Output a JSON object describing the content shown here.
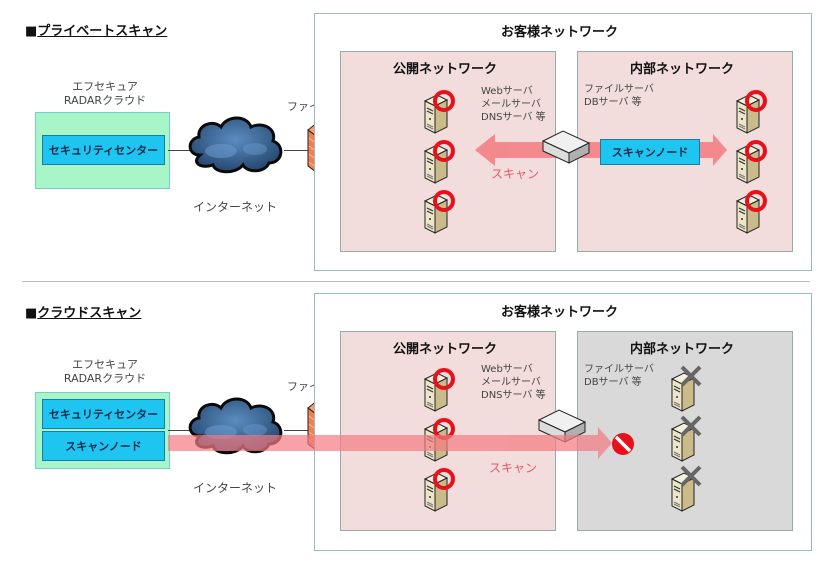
{
  "sections": [
    {
      "title": "プライベートスキャン",
      "bullet": "■",
      "cloud_label_1": "エフセキュア",
      "cloud_label_2": "RADARクラウド",
      "cloud_boxes": [
        "セキュリティセンター"
      ],
      "internet_label": "インターネット",
      "firewall_label": "ファイアウォール",
      "customer_network_title": "お客様ネットワーク",
      "public_network": {
        "title": "公開ネットワーク",
        "servers_desc": [
          "Webサーバ",
          "メールサーバ",
          "DNSサーバ 等"
        ],
        "server_status": [
          "ok",
          "ok",
          "ok"
        ]
      },
      "internal_network": {
        "title": "内部ネットワーク",
        "servers_desc": [
          "ファイルサーバ",
          "DBサーバ 等"
        ],
        "server_status": [
          "ok",
          "ok",
          "ok"
        ],
        "state": "reachable"
      },
      "scan_node_label": "スキャンノード",
      "scan_label": "スキャン"
    },
    {
      "title": "クラウドスキャン",
      "bullet": "■",
      "cloud_label_1": "エフセキュア",
      "cloud_label_2": "RADARクラウド",
      "cloud_boxes": [
        "セキュリティセンター",
        "スキャンノード"
      ],
      "internet_label": "インターネット",
      "firewall_label": "ファイアウォール",
      "customer_network_title": "お客様ネットワーク",
      "public_network": {
        "title": "公開ネットワーク",
        "servers_desc": [
          "Webサーバ",
          "メールサーバ",
          "DNSサーバ 等"
        ],
        "server_status": [
          "ok",
          "ok",
          "ok"
        ]
      },
      "internal_network": {
        "title": "内部ネットワーク",
        "servers_desc": [
          "ファイルサーバ",
          "DBサーバ 等"
        ],
        "server_status": [
          "blocked",
          "blocked",
          "blocked"
        ],
        "state": "blocked"
      },
      "scan_label": "スキャン"
    }
  ],
  "colors": {
    "ok_ring": "#e8101a",
    "blocked_x": "#666666",
    "scan_arrow": "#f47a80",
    "scan_text": "#e05a6a",
    "cloud_bg": "#a8f5c8",
    "blue_box": "#1ec5f0",
    "network_pink": "#f2dcdc",
    "network_gray": "#d9d9d9"
  }
}
